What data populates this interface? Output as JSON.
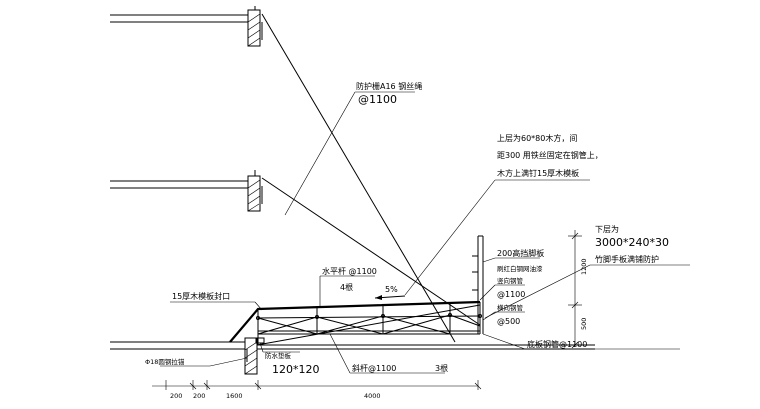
{
  "annotations": {
    "guard_rope_1": "防护栅A16 钢丝绳",
    "guard_rope_2": "@1100",
    "upper_layer_1": "上层为60*80木方，间",
    "upper_layer_2": "距300 用铁丝固定在钢管上，",
    "upper_layer_3": "木方上满钉15厚木模板",
    "lower_layer_1": "下层为",
    "lower_layer_2": "3000*240*30",
    "lower_layer_3": "竹脚手板满铺防护",
    "toe_board": "200高挡脚板",
    "paint_note": "刷红白钢网油漆",
    "vertical_pipe": "竖向钢管",
    "vertical_pipe_spacing": "@1100",
    "horizontal_pipe": "横向钢管",
    "horizontal_pipe_spacing": "@500",
    "horizontal_pole": "水平杆 @1100",
    "four_poles": "4根",
    "slope": "5%",
    "sealing_plank": "15厚木模板封口",
    "anchor_bolt": "Φ18圆钢拉锚",
    "waterproof_pad": "防水垫板",
    "pad_size": "120*120",
    "diagonal_pole": "斜杆@1100",
    "three_poles": "3根",
    "bottom_pipe": "底板钢管@1100"
  },
  "dimensions": {
    "horizontal": [
      "200",
      "200",
      "1600",
      "4000"
    ],
    "vertical": [
      "1200",
      "500"
    ]
  }
}
